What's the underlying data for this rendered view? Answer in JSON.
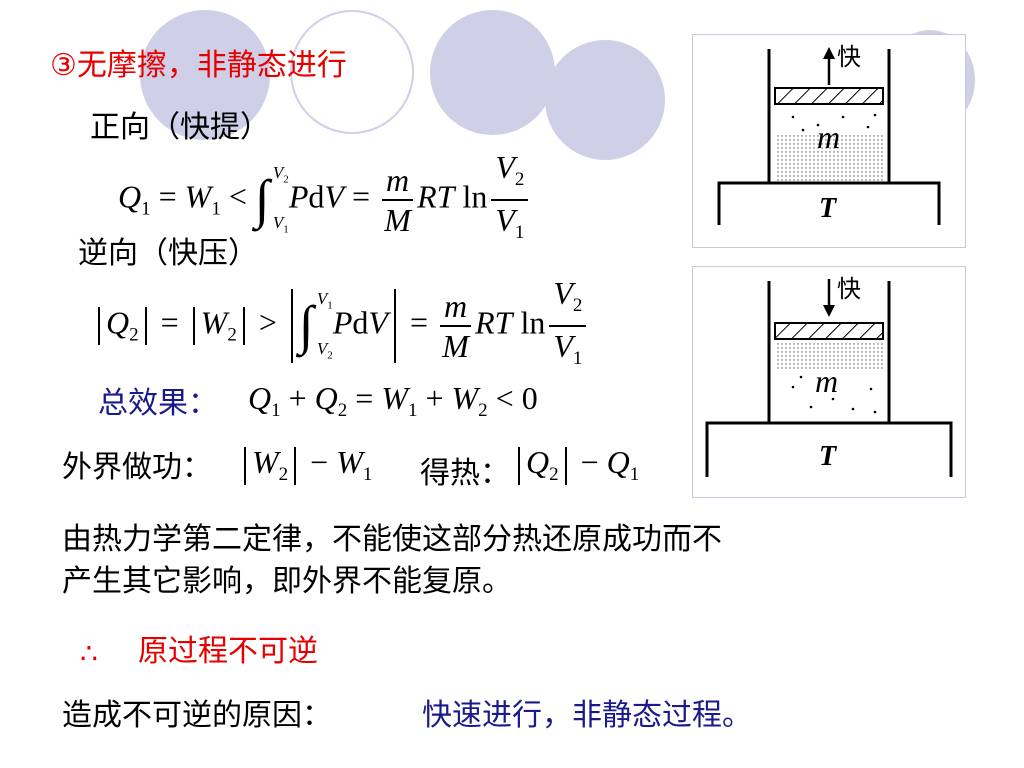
{
  "title": "③无摩擦，非静态进行",
  "forward_label": "正向（快提）",
  "reverse_label": "逆向（快压）",
  "total_label": "总效果：",
  "work_label": "外界做功：",
  "heat_label": "得热：",
  "explanation_line1": "由热力学第二定律，不能使这部分热还原成功而不",
  "explanation_line2": "产生其它影响，即外界不能复原。",
  "therefore_symbol": "∴",
  "conclusion": "原过程不可逆",
  "cause_label": "造成不可逆的原因：",
  "cause_text": "快速进行，非静态过程。",
  "figure_top": {
    "arrow_label": "快",
    "mass_label": "m",
    "temp_label": "T"
  },
  "figure_bottom": {
    "arrow_label": "快",
    "mass_label": "m",
    "temp_label": "T"
  },
  "colors": {
    "title": "#e60000",
    "conclusion": "#e60000",
    "emphasis": "#1a1a8c",
    "decor_circles": "#cfcfe8"
  }
}
